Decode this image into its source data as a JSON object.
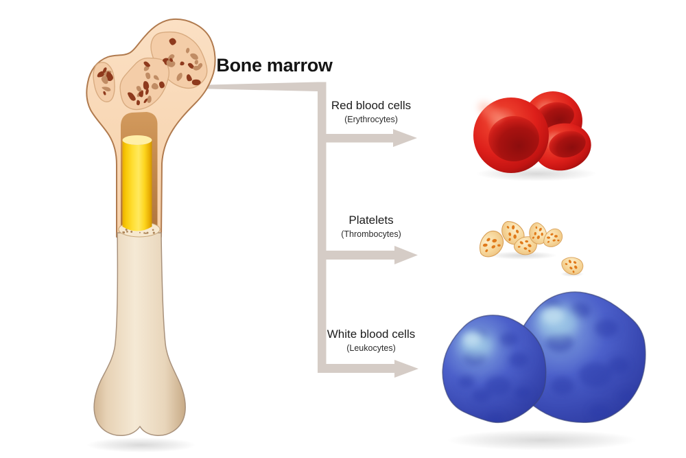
{
  "title": "Bone marrow",
  "diagram": {
    "bone": {
      "name": "femur-cross-section",
      "yellow_marrow_color": "#ffd924",
      "cortical_color": "#f8d7b4",
      "spongy_hole_dark": "#8e3a1d",
      "spongy_hole_medium": "#c08c64",
      "shaft_color": "#ecd9c1"
    },
    "connector_color": "#d5ccc6",
    "background_color": "#ffffff",
    "title_color": "#151515",
    "groups": [
      {
        "id": "red-blood-cells",
        "label": "Red blood cells",
        "sublabel": "(Erythrocytes)",
        "cell_color": "#dc1f1a"
      },
      {
        "id": "platelets",
        "label": "Platelets",
        "sublabel": "(Thrombocytes)",
        "cell_color": "#f7d99f"
      },
      {
        "id": "white-blood-cells",
        "label": "White blood cells",
        "sublabel": "(Leukocytes)",
        "cell_color": "#4c60ca"
      }
    ]
  }
}
